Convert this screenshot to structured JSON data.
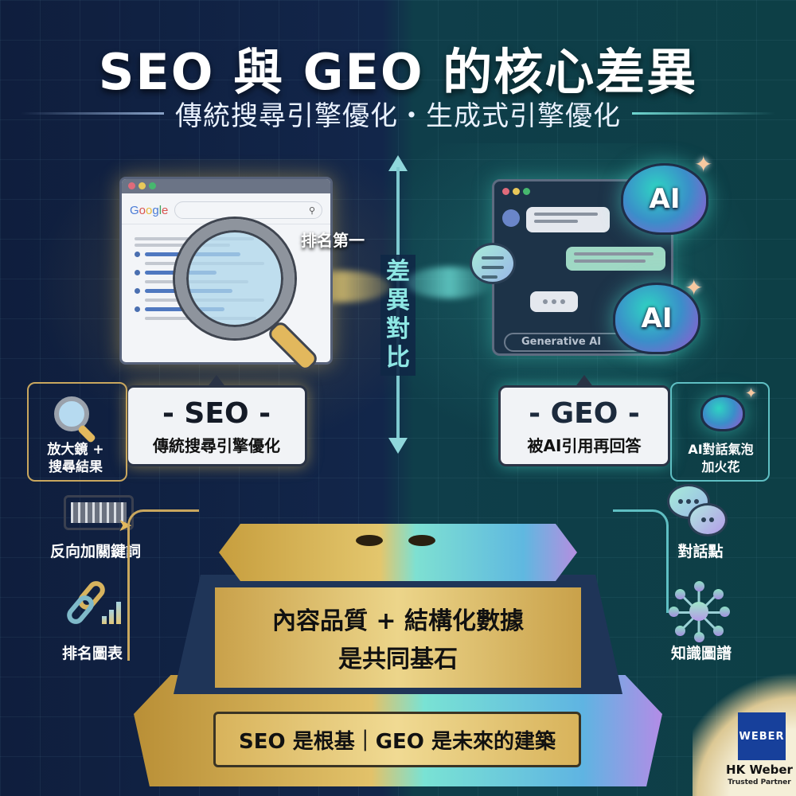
{
  "header": {
    "title": "SEO 與 GEO 的核心差異",
    "subtitle": "傳統搜尋引擎優化・生成式引擎優化"
  },
  "divider": {
    "label": "差異對比",
    "label_chars": [
      "差",
      "異",
      "對",
      "比"
    ]
  },
  "seo": {
    "browser": {
      "search_brand": "Google",
      "search_icon": "search-icon",
      "rank_label": "排名第一"
    },
    "callout": {
      "title": "- SEO -",
      "subtitle": "傳統搜尋引擎優化"
    },
    "features": [
      {
        "icon": "magnifier-icon",
        "label_lines": [
          "放大鏡 +",
          "搜尋結果"
        ]
      },
      {
        "icon": "keyboard-cursor-icon",
        "label": "反向加關鍵詞"
      },
      {
        "icon": "link-chart-icon",
        "label": "排名圖表"
      }
    ],
    "accent": "#d9b55e"
  },
  "geo": {
    "window": {
      "badge": "Generative AI",
      "brain_labels": [
        "AI",
        "AI"
      ]
    },
    "callout": {
      "title": "- GEO -",
      "subtitle": "被AI引用再回答"
    },
    "features": [
      {
        "icon": "ai-brain-sparkle-icon",
        "label_lines": [
          "AI對話氣泡",
          "加火花"
        ]
      },
      {
        "icon": "chat-bubbles-icon",
        "label": "對話點"
      },
      {
        "icon": "knowledge-graph-icon",
        "label": "知識圖譜"
      }
    ],
    "accent": "#6fd6d0"
  },
  "foundation": {
    "line1": "內容品質 + 結構化數據",
    "line2": "是共同基石",
    "plaque": "SEO 是根基｜GEO 是未來的建築"
  },
  "brand": {
    "logo_text": "WEBER",
    "name": "HK Weber",
    "tagline": "Trusted Partner"
  }
}
